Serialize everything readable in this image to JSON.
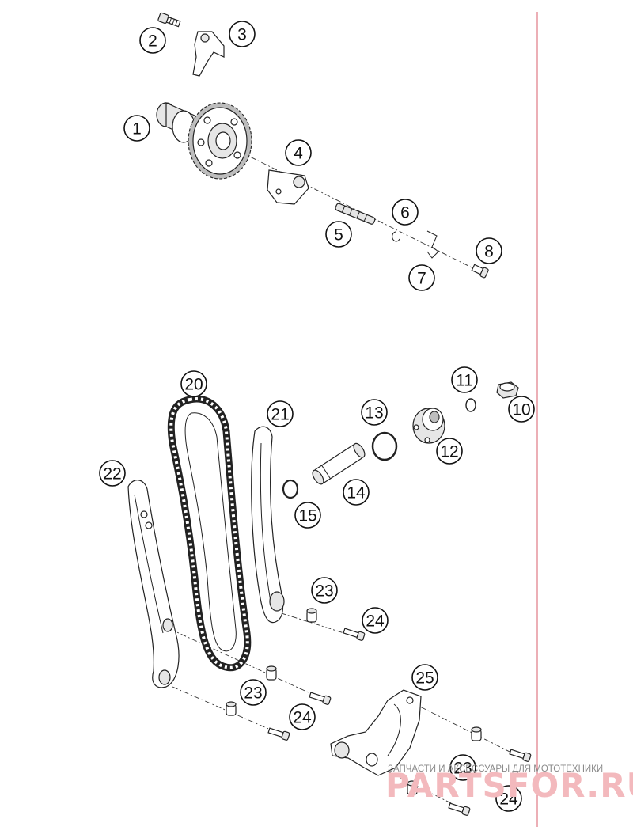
{
  "callouts": [
    {
      "id": "1",
      "label": "1"
    },
    {
      "id": "2",
      "label": "2"
    },
    {
      "id": "3",
      "label": "3"
    },
    {
      "id": "4",
      "label": "4"
    },
    {
      "id": "5",
      "label": "5"
    },
    {
      "id": "6",
      "label": "6"
    },
    {
      "id": "7",
      "label": "7"
    },
    {
      "id": "8",
      "label": "8"
    },
    {
      "id": "10",
      "label": "10"
    },
    {
      "id": "11",
      "label": "11"
    },
    {
      "id": "12",
      "label": "12"
    },
    {
      "id": "13",
      "label": "13"
    },
    {
      "id": "14",
      "label": "14"
    },
    {
      "id": "15",
      "label": "15"
    },
    {
      "id": "20",
      "label": "20"
    },
    {
      "id": "21",
      "label": "21"
    },
    {
      "id": "22",
      "label": "22"
    },
    {
      "id": "23a",
      "label": "23"
    },
    {
      "id": "23b",
      "label": "23"
    },
    {
      "id": "23c",
      "label": "23"
    },
    {
      "id": "24a",
      "label": "24"
    },
    {
      "id": "24b",
      "label": "24"
    },
    {
      "id": "24c",
      "label": "24"
    },
    {
      "id": "25",
      "label": "25"
    }
  ],
  "watermark": {
    "tagline": "ЗАПЧАСТИ И АКСЕССУАРЫ ДЛЯ МОТОТЕХНИКИ",
    "brand": "PARTSFOR.RU"
  },
  "colors": {
    "margin_line": "#e07a86",
    "watermark_red": "#f3b9bd",
    "ink": "#111111"
  }
}
